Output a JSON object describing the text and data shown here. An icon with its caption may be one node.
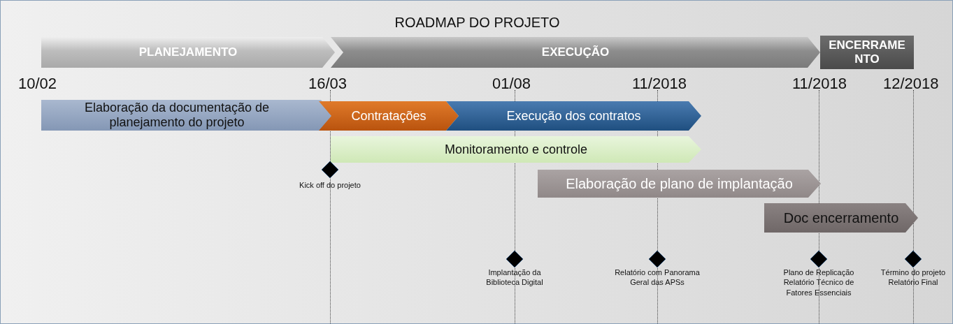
{
  "diagram": {
    "title": "ROADMAP DO PROJETO",
    "nodes": [
      {
        "text": [
          "PLANEJAMENTO"
        ]
      },
      {
        "text": [
          "EXECUÇÃO"
        ]
      },
      {
        "text": [
          "ENCERRAMENTO"
        ]
      },
      {
        "text": [
          "Elaboração da documentação de planejamento do projeto"
        ]
      },
      {
        "text": [
          "Contratações"
        ]
      },
      {
        "text": [
          "Execução dos contratos"
        ]
      },
      {
        "text": [
          "Monitoramento e controle"
        ]
      },
      {
        "text": [
          "Elaboração de plano de implantação"
        ]
      },
      {
        "text": [
          "Doc encerramento"
        ]
      },
      {
        "text": [],
        "shape": "diamond",
        "beside": [
          "Kick off do projeto"
        ]
      },
      {
        "text": [],
        "shape": "diamond",
        "beside": [
          "Implantação da Biblioteca Digital"
        ]
      },
      {
        "text": [],
        "shape": "diamond",
        "beside": [
          "Relatório com Panorama Geral das APSs"
        ]
      },
      {
        "text": [],
        "shape": "diamond",
        "beside": [
          "Plano de Replicação Relatório Técnico de Fatores Essenciais"
        ]
      },
      {
        "text": [],
        "shape": "diamond",
        "beside": [
          "Término do projeto Relatório Final"
        ]
      }
    ],
    "labels": [
      "10/02",
      "16/03",
      "01/08",
      "11/2018",
      "11/2018",
      "12/2018"
    ]
  }
}
